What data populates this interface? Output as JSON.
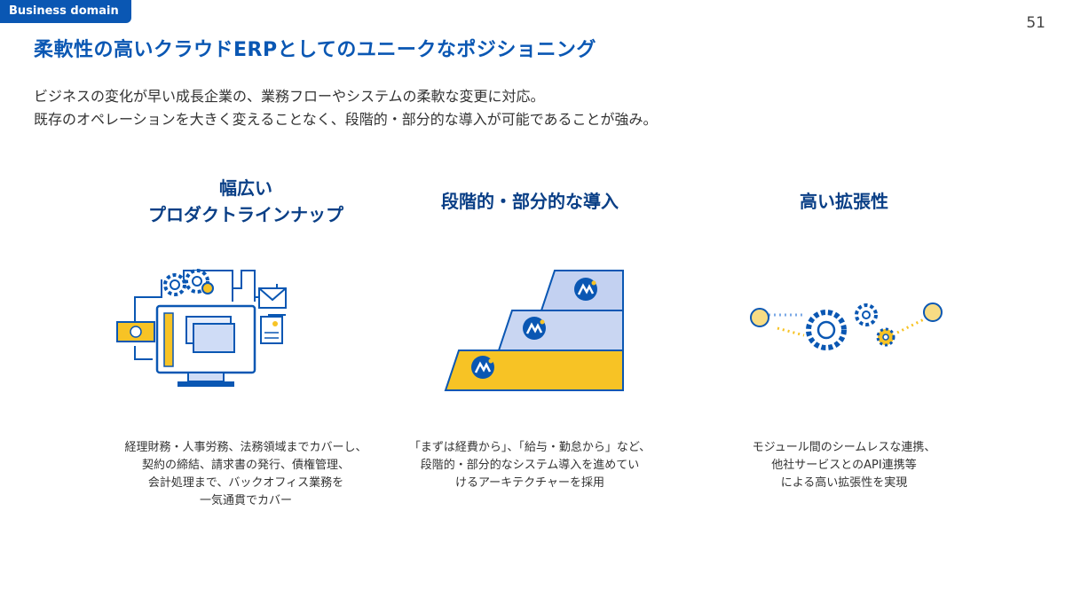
{
  "tag": "Business domain",
  "page_number": "51",
  "title": "柔軟性の高いクラウドERPとしてのユニークなポジショニング",
  "lead": [
    "ビジネスの変化が早い成長企業の、業務フローやシステムの柔軟な変更に対応。",
    "既存のオペレーションを大きく変えることなく、段階的・部分的な導入が可能であることが強み。"
  ],
  "columns": [
    {
      "title_lines": [
        "幅広い",
        "プロダクトラインナップ"
      ],
      "desc_lines": [
        "経理財務・人事労務、法務領域までカバーし、",
        "契約の締結、請求書の発行、債権管理、",
        "会計処理まで、バックオフィス業務を",
        "一気通貫でカバー"
      ]
    },
    {
      "title_lines": [
        "段階的・部分的な導入"
      ],
      "desc_lines": [
        "「まずは経費から」、「給与・勤怠から」など、",
        "段階的・部分的なシステム導入を進めてい",
        "けるアーキテクチャーを採用"
      ]
    },
    {
      "title_lines": [
        "高い拡張性"
      ],
      "desc_lines": [
        "モジュール間のシームレスな連携、",
        "他社サービスとのAPI連携等",
        "による高い拡張性を実現"
      ]
    }
  ],
  "colors": {
    "brand_blue": "#0a57b3",
    "title_navy": "#0a3f86",
    "accent_yellow": "#f7c325",
    "light_blue": "#c9d6f2"
  }
}
